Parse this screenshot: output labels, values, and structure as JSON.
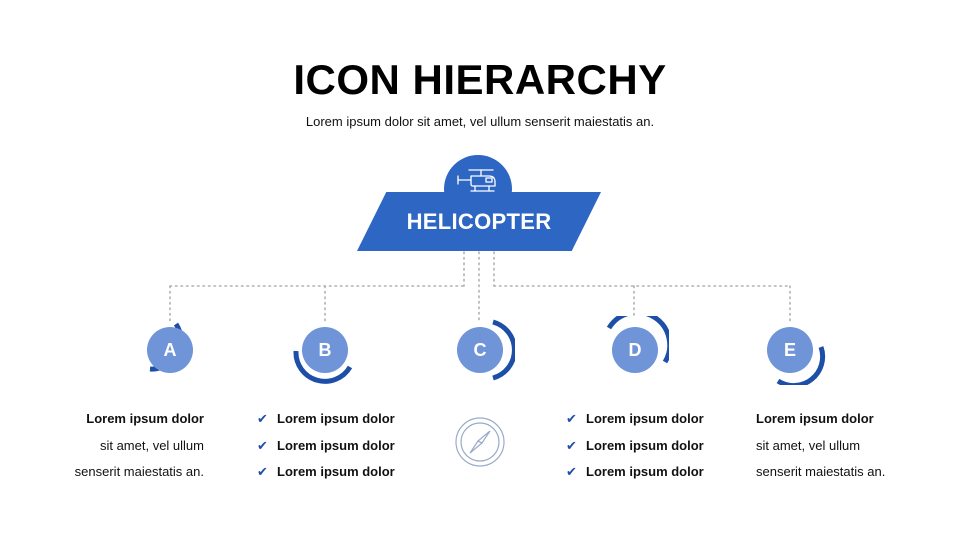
{
  "header": {
    "title": "ICON HIERARCHY",
    "subtitle": "Lorem ipsum dolor sit amet, vel ullum senserit maiestatis an."
  },
  "root": {
    "label": "HELICOPTER",
    "icon": "helicopter-icon"
  },
  "nodes": [
    {
      "letter": "A"
    },
    {
      "letter": "B"
    },
    {
      "letter": "C"
    },
    {
      "letter": "D"
    },
    {
      "letter": "E"
    }
  ],
  "texts": {
    "a": [
      "Lorem ipsum dolor",
      "sit amet, vel ullum",
      "senserit maiestatis an."
    ],
    "b": [
      "Lorem ipsum dolor",
      "Lorem ipsum dolor",
      "Lorem ipsum dolor"
    ],
    "c_icon": "compass-icon",
    "d": [
      "Lorem ipsum dolor",
      "Lorem ipsum dolor",
      "Lorem ipsum dolor"
    ],
    "e": [
      "Lorem ipsum dolor",
      "sit amet, vel ullum",
      "senserit maiestatis an."
    ]
  },
  "colors": {
    "primary": "#2e66c4",
    "node_fill": "#6f94d8",
    "arc": "#1e4fa8",
    "connector": "#b0b0b0"
  }
}
